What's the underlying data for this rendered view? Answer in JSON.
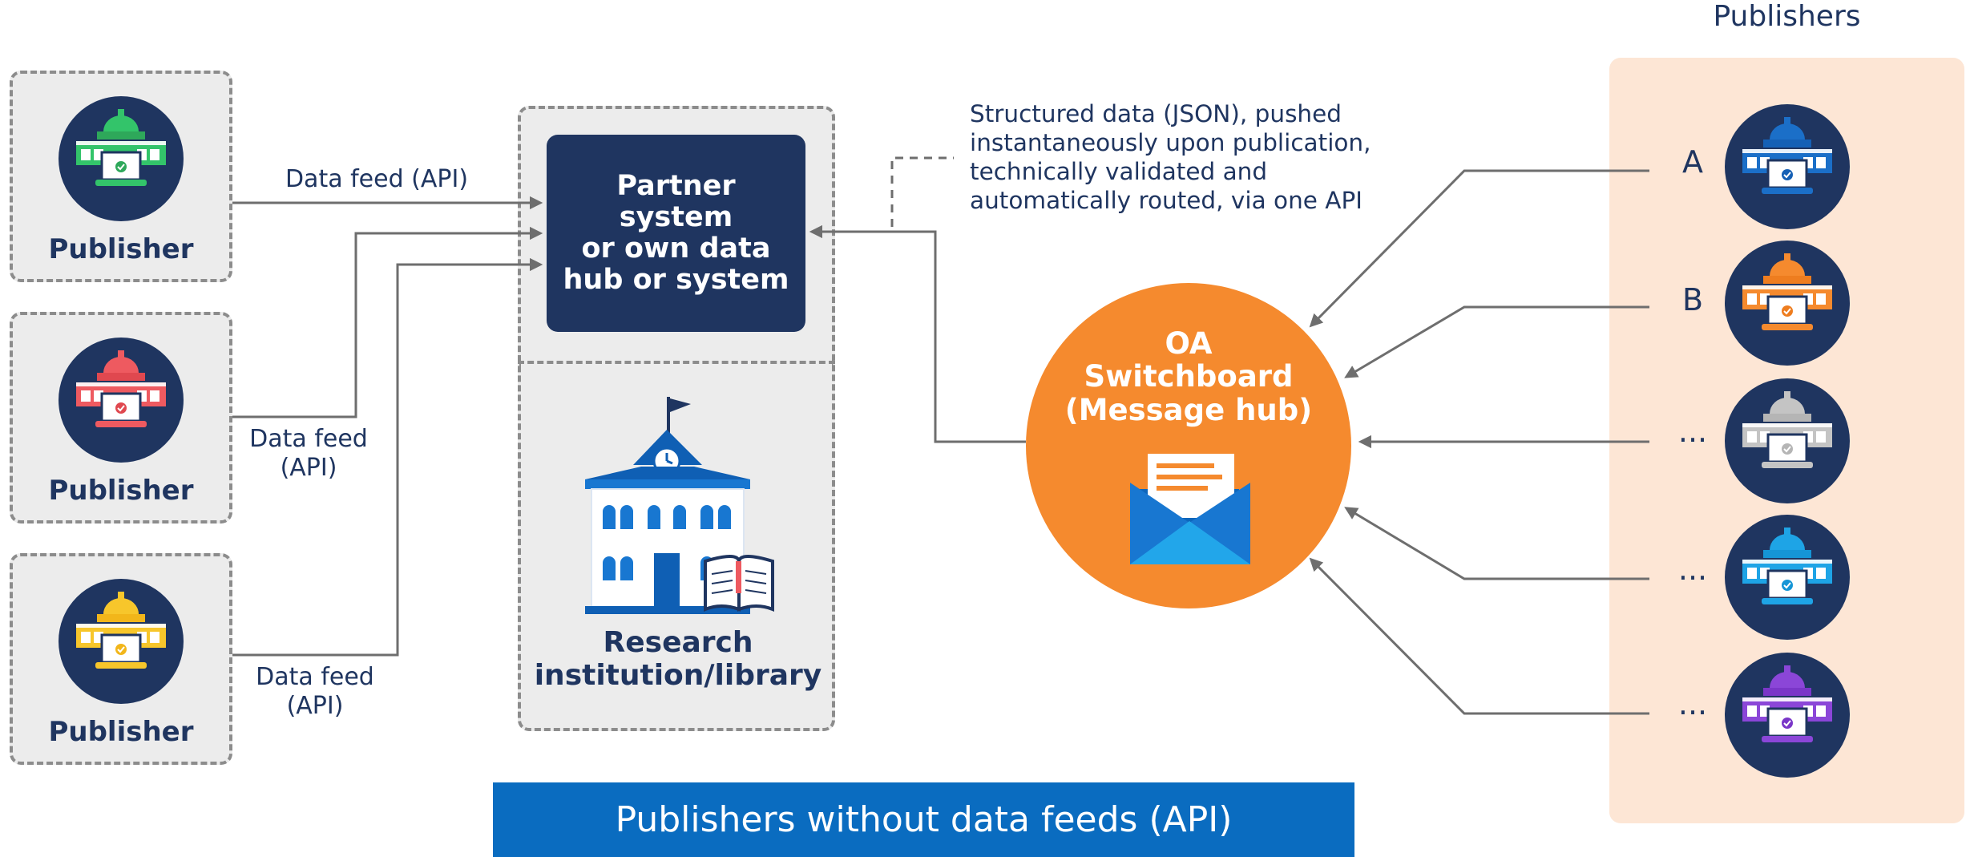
{
  "left_publishers": [
    {
      "label": "Publisher",
      "roof_color": "#33c46a",
      "body_color": "#2ea85a"
    },
    {
      "label": "Publisher",
      "roof_color": "#ee5a60",
      "body_color": "#e0484f"
    },
    {
      "label": "Publisher",
      "roof_color": "#f7c62b",
      "body_color": "#f2b61a"
    }
  ],
  "feed_labels": {
    "top": "Data feed (API)",
    "middle_line1": "Data feed",
    "middle_line2": "(API)",
    "bottom_line1": "Data feed",
    "bottom_line2": "(API)"
  },
  "partner_box": {
    "text_line1": "Partner system",
    "text_line2": "or own data",
    "text_line3": "hub or system"
  },
  "research": {
    "line1": "Research",
    "line2": "institution/library"
  },
  "note": {
    "line1": "Structured data (JSON), pushed",
    "line2": "instantaneously upon publication,",
    "line3": "technically validated and",
    "line4": "automatically routed, via one API"
  },
  "hub": {
    "line1": "OA",
    "line2": "Switchboard",
    "line3": "(Message hub)"
  },
  "right_panel": {
    "title": "Publishers",
    "items": [
      {
        "label": "A",
        "roof_color": "#1b6fc8",
        "body_color": "#1560b5"
      },
      {
        "label": "B",
        "roof_color": "#f58a2e",
        "body_color": "#ee7d1f"
      },
      {
        "label": "...",
        "roof_color": "#c4c4c4",
        "body_color": "#b5b5b5"
      },
      {
        "label": "...",
        "roof_color": "#1ea4e6",
        "body_color": "#1595d6"
      },
      {
        "label": "...",
        "roof_color": "#8b46d8",
        "body_color": "#7a36c8"
      }
    ]
  },
  "banner": {
    "text": "Publishers without data feeds (API)"
  },
  "colors": {
    "navy": "#1f3560",
    "orange": "#f58a2e",
    "banner_blue": "#0a6cc0",
    "panel_peach": "#fde6d5",
    "arrow_gray": "#6e6e6e"
  }
}
